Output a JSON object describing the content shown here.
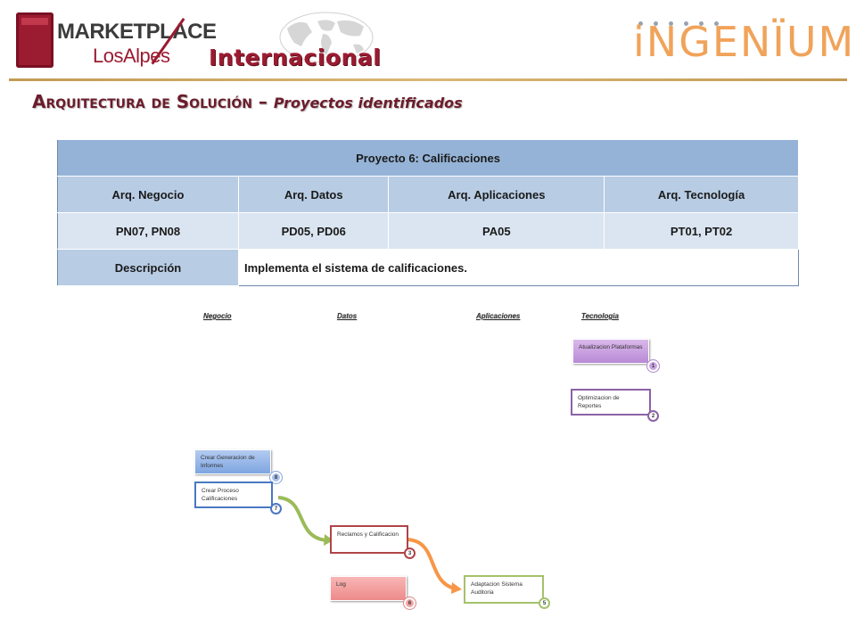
{
  "header": {
    "brand_main": "MARKETPLACE",
    "brand_sub": "LosAlpes",
    "tagline": "Internacional",
    "partner_logo": "iNGENÏUM",
    "colors": {
      "brand": "#9b1b30",
      "partner": "#f0a35a",
      "rule": "#c29a54"
    }
  },
  "title": {
    "main": "Arquitectura de Solución – ",
    "sub": "Proyectos identificados"
  },
  "table": {
    "title": "Proyecto 6: Calificaciones",
    "headers": [
      "Arq. Negocio",
      "Arq. Datos",
      "Arq. Aplicaciones",
      "Arq. Tecnología"
    ],
    "values": [
      "PN07, PN08",
      "PD05, PD06",
      "PA05",
      "PT01, PT02"
    ],
    "desc_label": "Descripción",
    "desc_value": "Implementa el sistema de calificaciones."
  },
  "diagram": {
    "columns": [
      "Negocio",
      "Datos",
      "Aplicaciones",
      "Tecnologia"
    ],
    "nodes": [
      {
        "label": "Atualizacion Plataformas",
        "number": "1",
        "style": "purple-filled"
      },
      {
        "label": "Optimizacion de Reportes",
        "number": "2",
        "style": "purple-outline"
      },
      {
        "label": "Crear Generacion de Informes",
        "number": "8",
        "style": "blue-filled"
      },
      {
        "label": "Crear Proceso Calificaciones",
        "number": "7",
        "style": "blue-outline"
      },
      {
        "label": "Reclamos y Calificacion",
        "number": "3",
        "style": "red-outline"
      },
      {
        "label": "Log",
        "number": "6",
        "style": "pink-filled"
      },
      {
        "label": "Adaptacion Sistema Auditoria",
        "number": "5",
        "style": "green-outline"
      }
    ],
    "links": [
      {
        "from": "7",
        "to": "3",
        "color": "#9bbb59"
      },
      {
        "from": "3",
        "to": "5",
        "color": "#f79646"
      }
    ]
  }
}
